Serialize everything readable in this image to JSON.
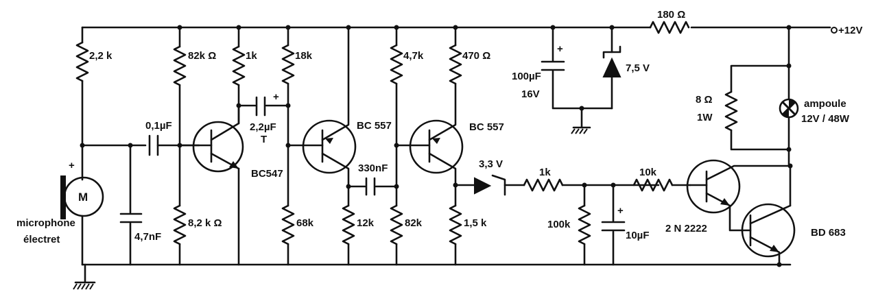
{
  "supply": {
    "label": "+12V"
  },
  "resistors": {
    "r1": "2,2 k",
    "r2": "82k Ω",
    "r3": "1k",
    "r4": "18k",
    "r5": "8,2 k Ω",
    "r6": "68k",
    "r7": "4,7k",
    "r8": "470 Ω",
    "r9": "12k",
    "r10": "82k",
    "r11": "1,5 k",
    "r12": "1k",
    "r13": "100k",
    "r14": "10k",
    "r15": "180 Ω",
    "r16_a": "8 Ω",
    "r16_b": "1W"
  },
  "capacitors": {
    "c1": "0,1µF",
    "c2": "4,7nF",
    "c3_a": "2,2µF",
    "c3_b": "T",
    "c4": "330nF",
    "c5": "10µF",
    "c6_a": "100µF",
    "c6_b": "16V"
  },
  "diodes": {
    "zener_1": "3,3 V",
    "zener_2": "7,5 V"
  },
  "transistors": {
    "q1": "BC547",
    "q2": "BC 557",
    "q3": "BC 557",
    "q4": "2 N 2222",
    "q5": "BD 683"
  },
  "microphone": {
    "symbol": "M",
    "plus": "+",
    "label_1": "microphone",
    "label_2": "électret"
  },
  "lamp": {
    "label_1": "ampoule",
    "label_2": "12V / 48W"
  },
  "polarity": {
    "plus": "+"
  }
}
